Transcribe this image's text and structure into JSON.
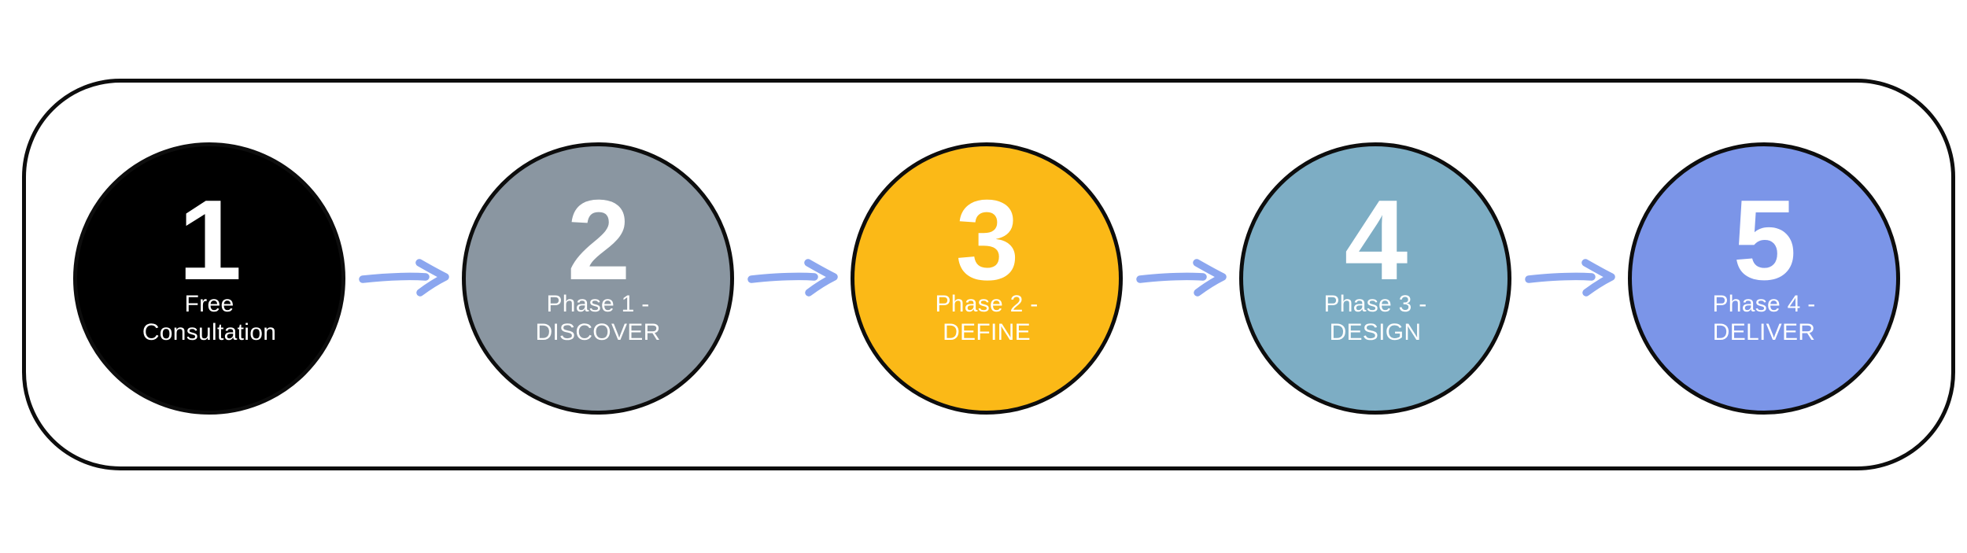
{
  "diagram": {
    "page_background": "#ffffff",
    "container": {
      "border_color": "#0d0d0d"
    },
    "arrow": {
      "icon": "right-arrow",
      "color": "#8ba6ef"
    },
    "steps": [
      {
        "number": "1",
        "label_line1": "Free",
        "label_line2": "Consultation",
        "fill": "#000000",
        "text_color": "#ffffff"
      },
      {
        "number": "2",
        "label_line1": "Phase 1 -",
        "label_line2": "DISCOVER",
        "fill": "#8a96a1",
        "text_color": "#ffffff"
      },
      {
        "number": "3",
        "label_line1": "Phase 2 -",
        "label_line2": "DEFINE",
        "fill": "#fbb917",
        "text_color": "#ffffff"
      },
      {
        "number": "4",
        "label_line1": "Phase 3 -",
        "label_line2": "DESIGN",
        "fill": "#7dadc4",
        "text_color": "#ffffff"
      },
      {
        "number": "5",
        "label_line1": "Phase 4 -",
        "label_line2": "DELIVER",
        "fill": "#7b95e8",
        "text_color": "#ffffff"
      }
    ]
  }
}
